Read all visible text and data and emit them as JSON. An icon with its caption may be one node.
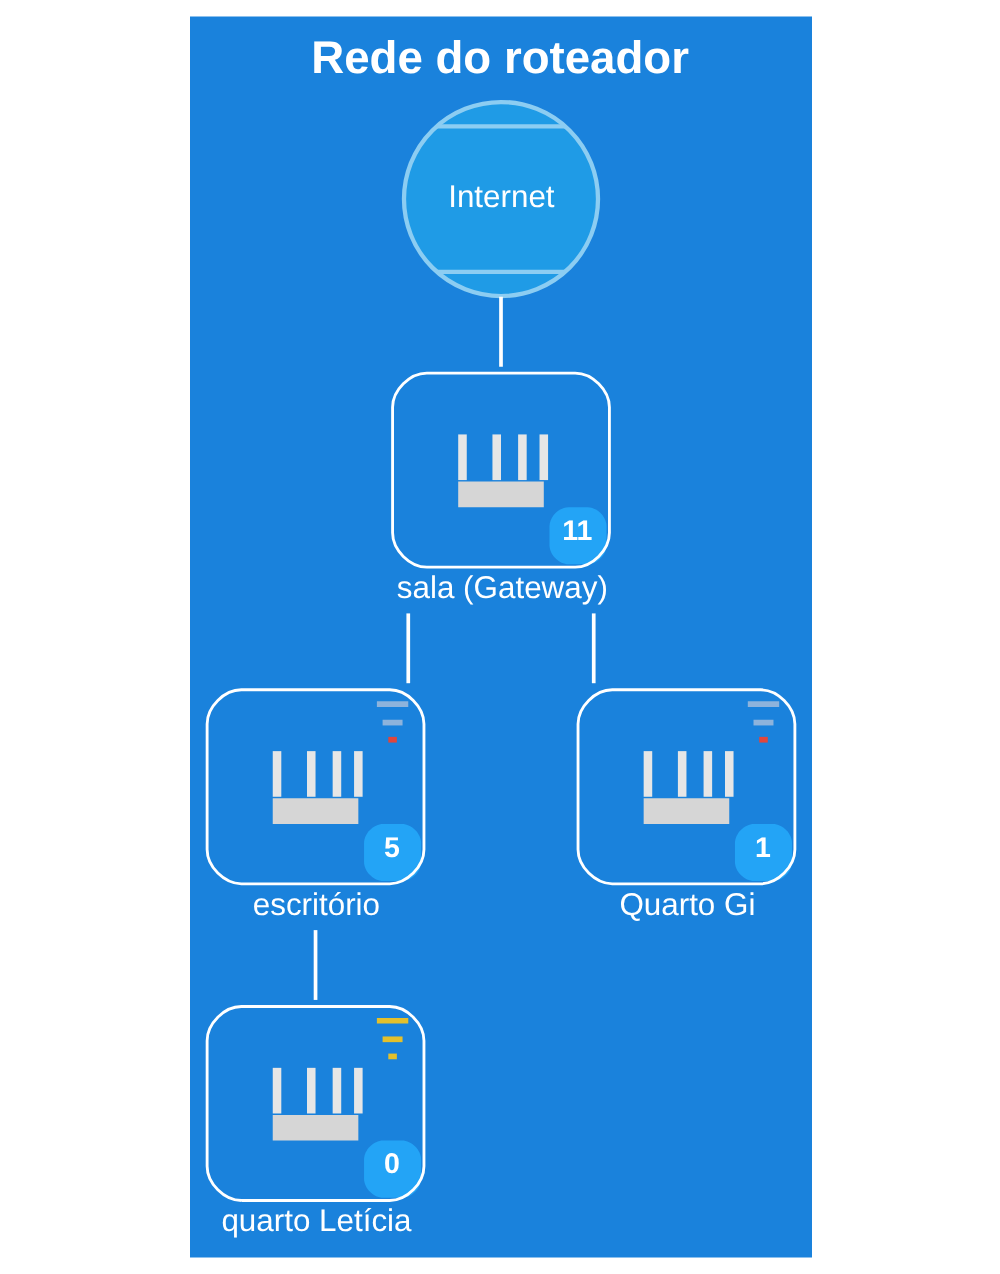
{
  "diagram": {
    "title": "Rede do roteador",
    "nodes": [
      {
        "text": [
          "Internet"
        ]
      },
      {
        "text": [
          "11",
          "sala (Gateway)"
        ]
      },
      {
        "text": [
          "5",
          "escritório"
        ]
      },
      {
        "text": [
          "1",
          "Quarto Gi"
        ]
      },
      {
        "text": [
          "0",
          "quarto Letícia"
        ]
      }
    ],
    "edges": [
      {
        "from": 0,
        "to": 1,
        "arrow": "none"
      },
      {
        "from": 1,
        "to": 2,
        "arrow": "none"
      },
      {
        "from": 1,
        "to": 3,
        "arrow": "none"
      },
      {
        "from": 2,
        "to": 4,
        "arrow": "none"
      }
    ]
  }
}
